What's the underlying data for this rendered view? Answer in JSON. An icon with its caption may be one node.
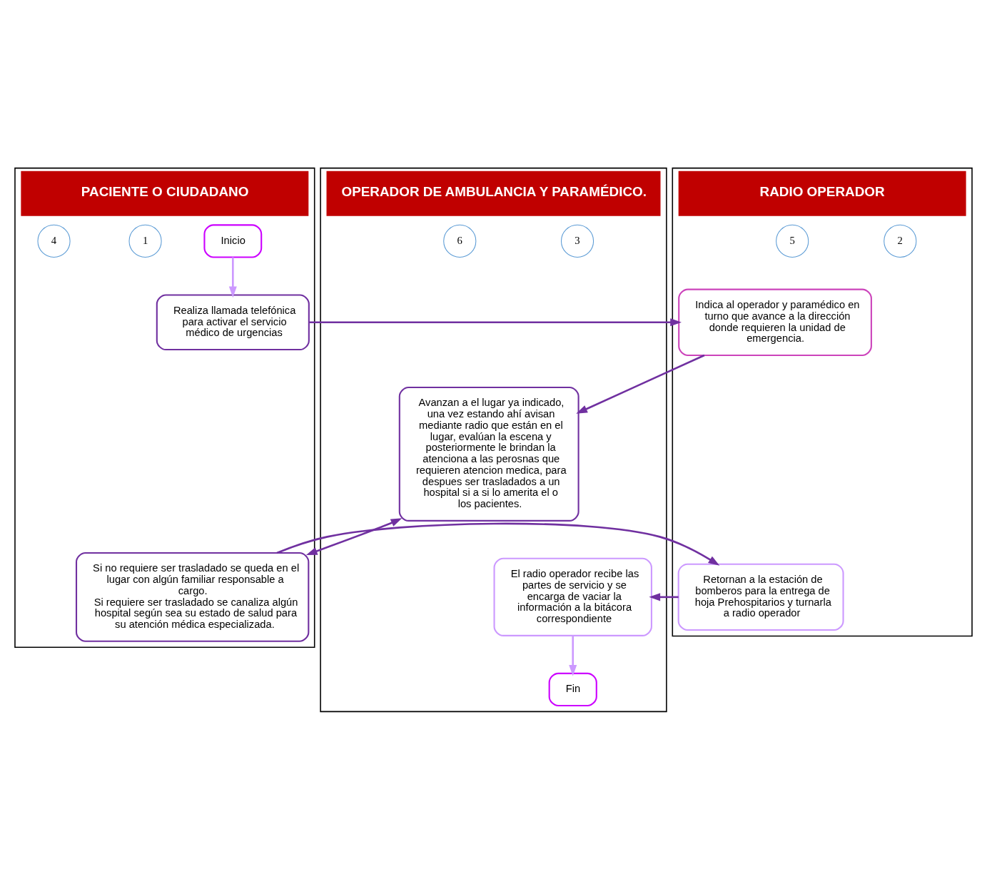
{
  "diagram": {
    "nodes": [
      {
        "text": [
          "PACIENTE O CIUDADANO"
        ]
      },
      {
        "text": [
          "RADIO OPERADOR"
        ]
      },
      {
        "text": [
          "OPERADOR DE AMBULANCIA Y PARAMÉDICO."
        ]
      },
      {
        "text": [
          "Inicio"
        ],
        "in": 0
      },
      {
        "text": [
          "1"
        ],
        "in": 0
      },
      {
        "text": [
          "Realiza llamada telefónica para activar el servicio médico de urgencias"
        ],
        "in": 0
      },
      {
        "text": [
          "2"
        ],
        "in": 1
      },
      {
        "text": [
          "Indica al operador y paramédico en turno que avance a la dirección donde requieren la unidad de emergencia."
        ],
        "in": 1
      },
      {
        "text": [
          "3"
        ],
        "in": 2
      },
      {
        "text": [
          "Avanzan a el lugar ya indicado, una vez estando ahí avisan mediante radio que están en el lugar, evalúan la escena y posteriormente le brindan la atenciona a las perosnas que requieren atencion medica, para despues ser trasladados a un hospital si a si lo amerita el o los pacientes."
        ],
        "in": 2
      },
      {
        "text": [
          "4"
        ],
        "in": 0
      },
      {
        "text": [
          "Si no requiere ser trasladado se queda en el lugar con algún familiar responsable a cargo.",
          "Si requiere ser trasladado se canaliza algún hospital según sea su estado de salud para su atención médica especializada."
        ],
        "in": 0
      },
      {
        "text": [
          "5"
        ],
        "in": 1
      },
      {
        "text": [
          "Retornan a la estación de bomberos para la entrega de hoja Prehospitarios y turnarla a radio operador"
        ],
        "in": 1
      },
      {
        "text": [
          "6"
        ],
        "in": 2
      },
      {
        "text": [
          "El radio operador recibe las partes de servicio y se encarga de vaciar la información a la bitácora correspondiente"
        ],
        "in": 2
      },
      {
        "text": [
          "Fin"
        ],
        "in": 2
      }
    ],
    "edges": [
      {
        "from": 3,
        "to": 5,
        "arrow": "to",
        "color": "#cc99ff"
      },
      {
        "from": 5,
        "to": 7,
        "arrow": "to"
      },
      {
        "from": 7,
        "to": 9,
        "arrow": "to"
      },
      {
        "from": 9,
        "to": 11,
        "arrow": "both"
      },
      {
        "from": 11,
        "to": 13,
        "arrow": "to"
      },
      {
        "from": 13,
        "to": 15,
        "arrow": "to"
      },
      {
        "from": 15,
        "to": 16,
        "arrow": "to",
        "color": "#cc99ff"
      }
    ]
  }
}
